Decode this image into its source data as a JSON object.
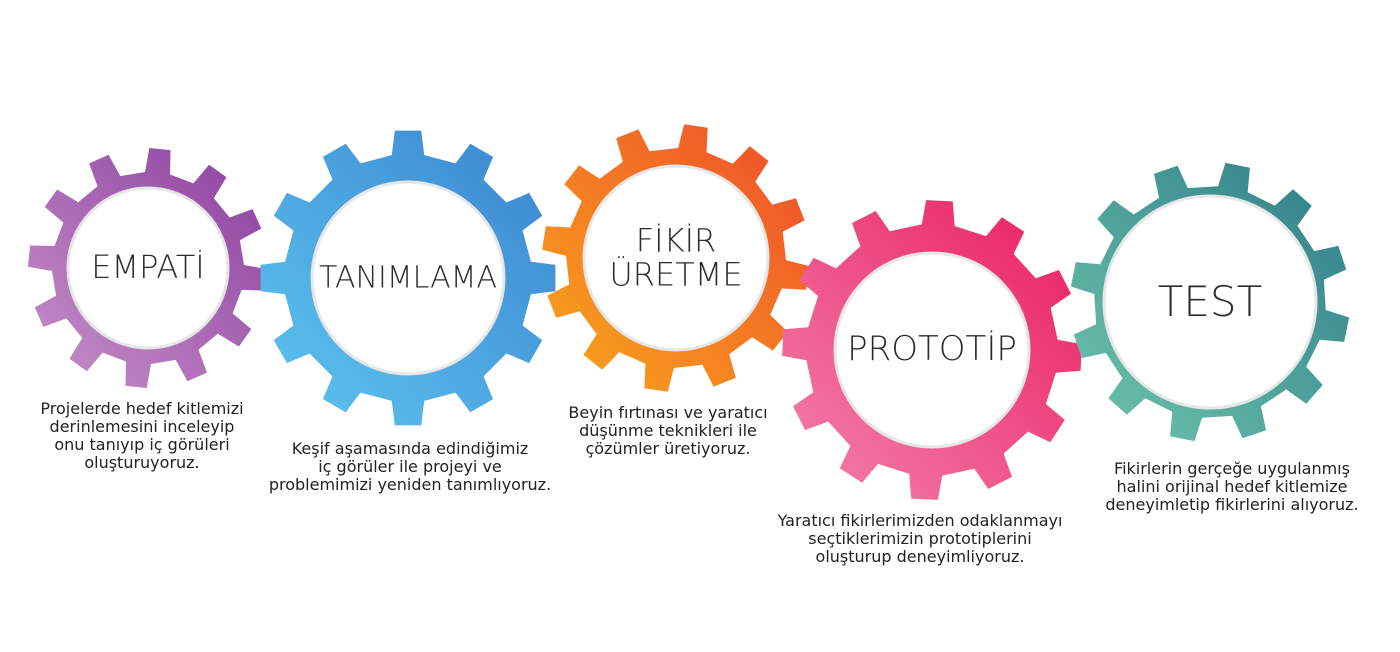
{
  "stages": [
    {
      "title": "EMPATİ",
      "description": [
        "Projelerde hedef kitlemizi",
        "derinlemesini inceleyip",
        "onu tanıyıp iç görüleri",
        "oluşturuyoruz."
      ],
      "colors": [
        "#c892c9",
        "#8b3f9f"
      ]
    },
    {
      "title": "TANIMLAMA",
      "description": [
        "Keşif aşamasında edindiğimiz",
        "iç görüler ile projeyi ve",
        "problemimizi yeniden tanımlıyoruz."
      ],
      "colors": [
        "#5ec6f0",
        "#3a84cf"
      ]
    },
    {
      "title": "FİKİR ÜRETME",
      "title_lines": [
        "FİKİR",
        "ÜRETME"
      ],
      "description": [
        "Beyin fırtınası ve yaratıcı",
        "düşünme teknikleri ile",
        "çözümler üretiyoruz."
      ],
      "colors": [
        "#f9a81c",
        "#ee4b2b"
      ]
    },
    {
      "title": "PROTOTİP",
      "description": [
        "Yaratıcı fikirlerimizden odaklanmayı",
        "seçtiklerimizin prototiplerini",
        "oluşturup deneyimliyoruz."
      ],
      "colors": [
        "#f384ac",
        "#ea1c62"
      ]
    },
    {
      "title": "TEST",
      "description": [
        "Fikirlerin gerçeğe uygulanmış",
        "halini orijinal hedef kitlemize",
        "deneyimletip fikirlerini alıyoruz."
      ],
      "colors": [
        "#6fc6ab",
        "#2e7c89"
      ]
    }
  ]
}
